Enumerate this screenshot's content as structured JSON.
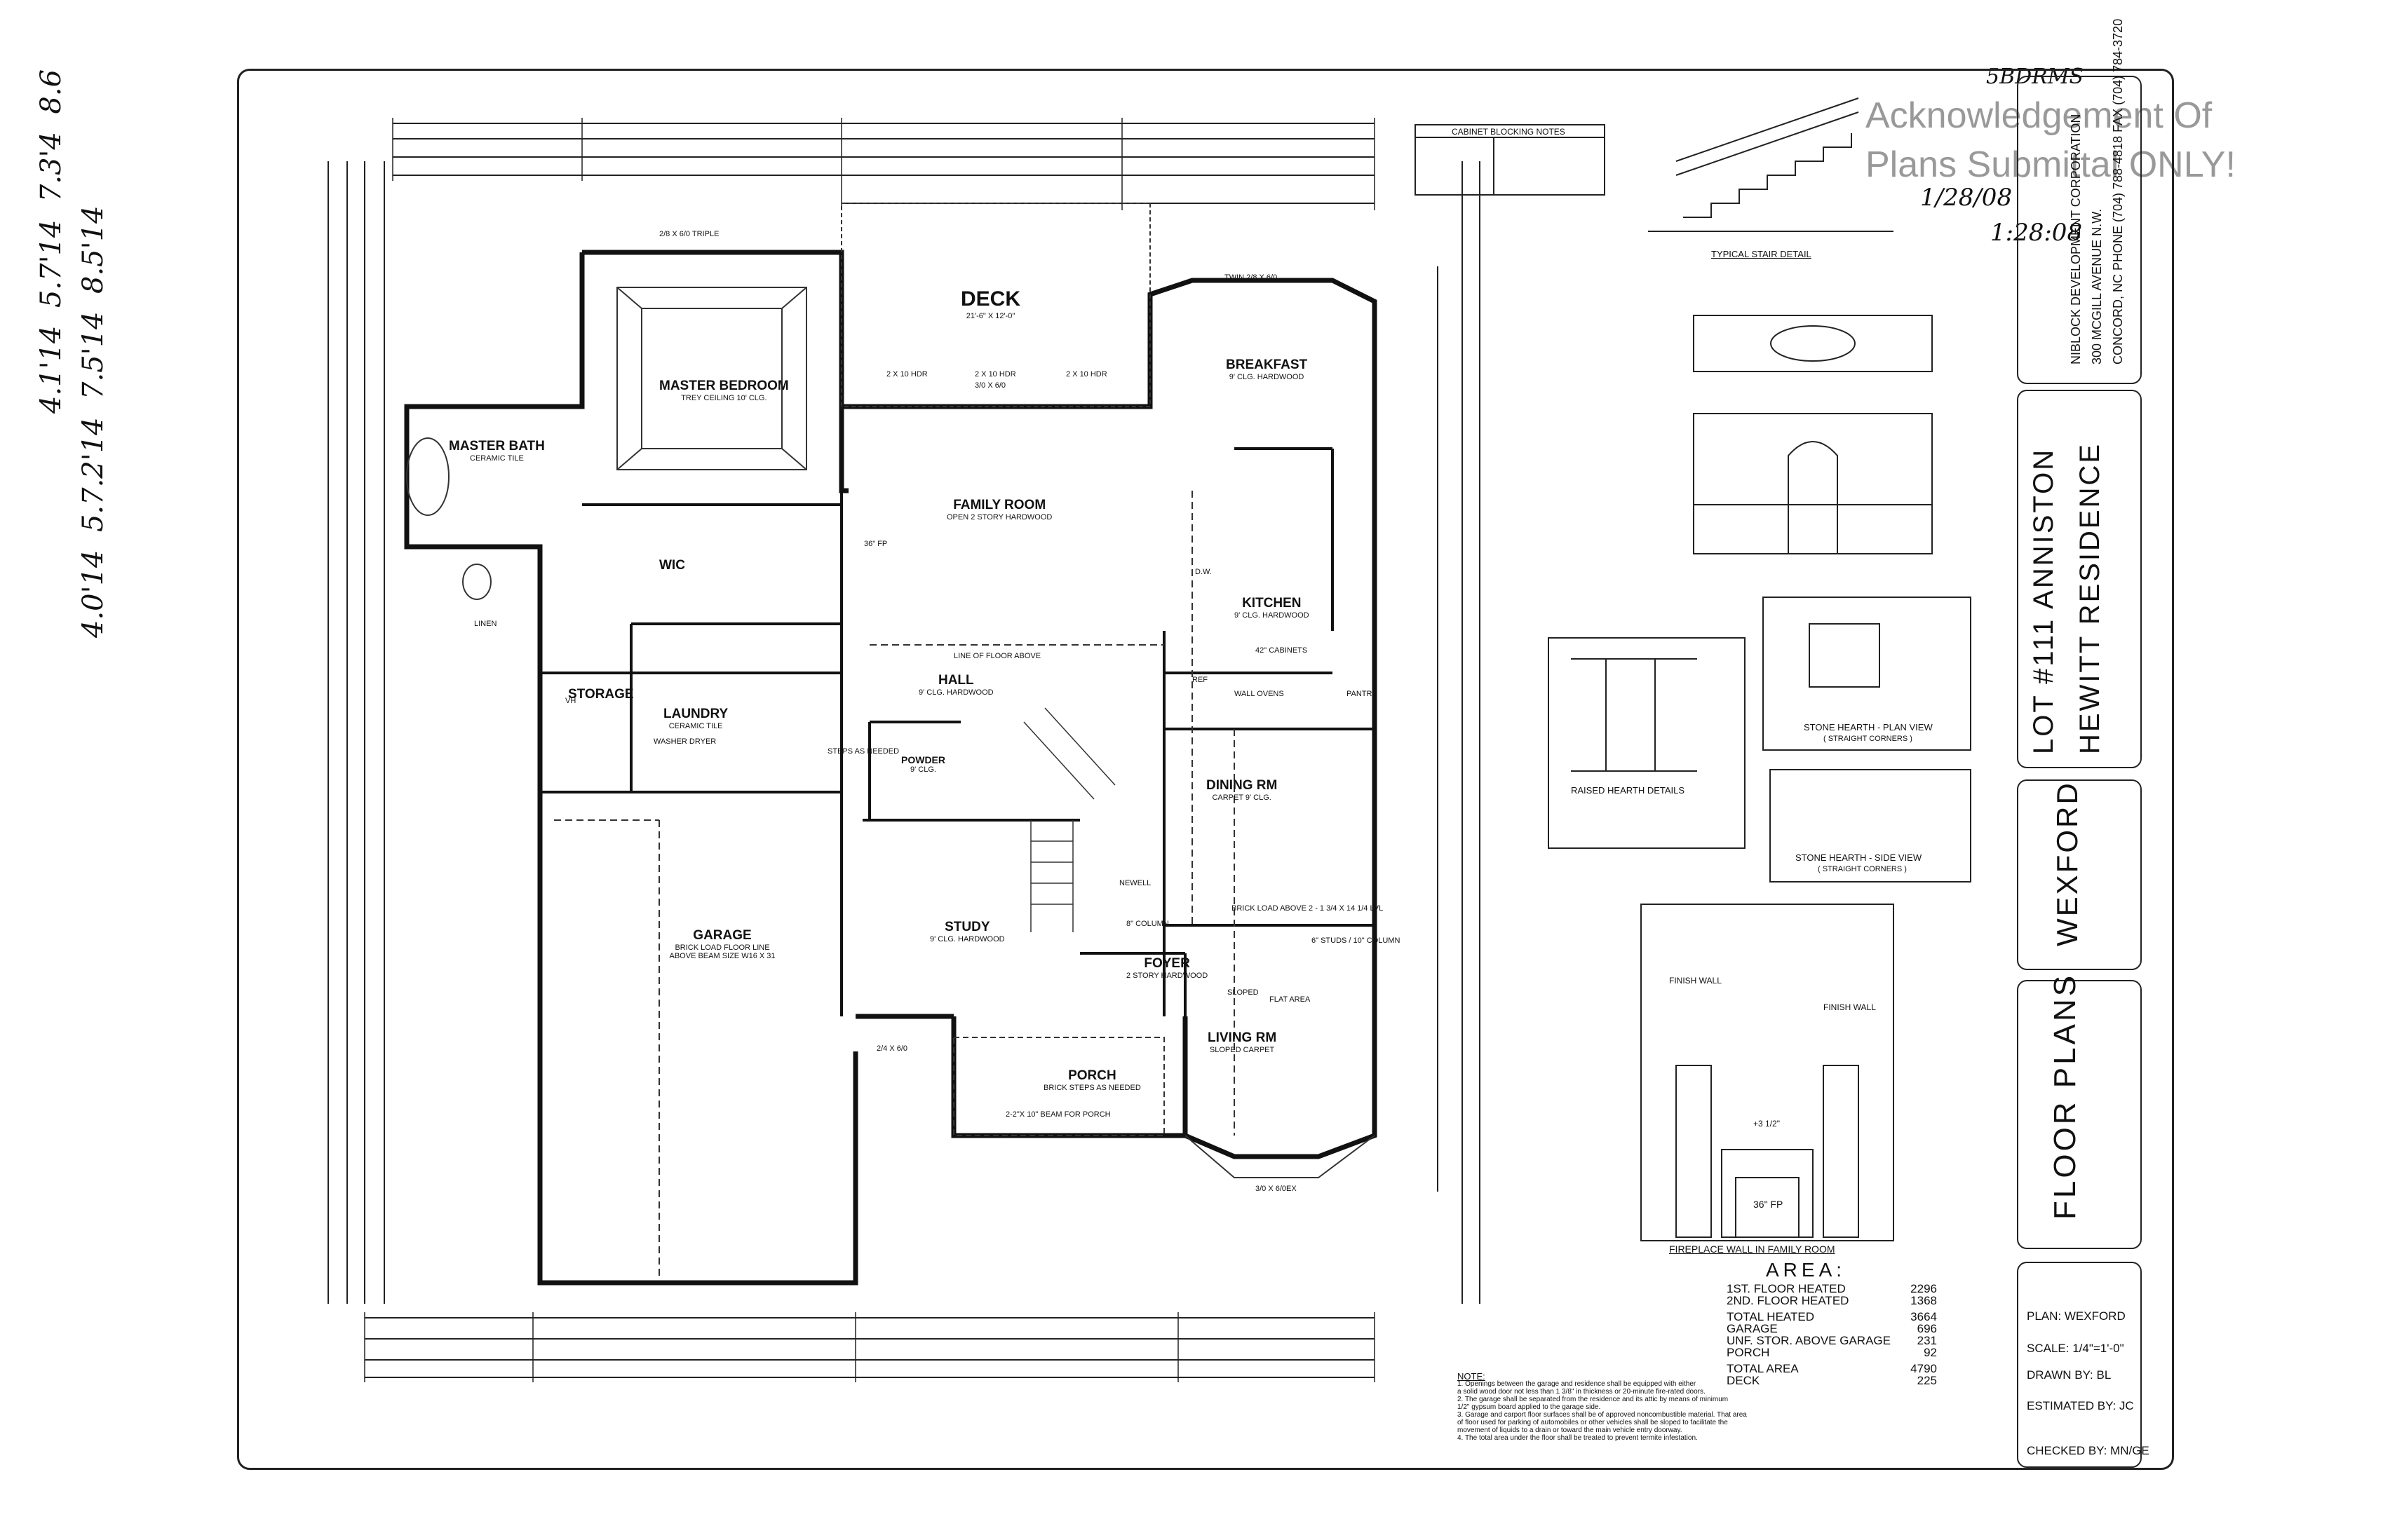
{
  "handwritten": {
    "top_right": "5BDRMS",
    "left_col1": [
      "4.1'14",
      "5.7'14",
      "7.3'4",
      "8.6"
    ],
    "left_col2": [
      "4.0'14",
      "5.7.2'14",
      "7.5'14",
      "8.5'14"
    ],
    "date1": "1/28/08",
    "date2": "1:28:08"
  },
  "stamp": {
    "line1": "Acknowledgement Of",
    "line2": "Plans Submittal ONLY!"
  },
  "company": {
    "name": "NIBLOCK DEVELOPMENT CORPORATION",
    "address": "300 MCGILL AVENUE N.W.",
    "city": "CONCORD, NC  PHONE (704) 788-4818  FAX (704) 784-3720"
  },
  "title_block": {
    "lot": "LOT #111 ANNISTON",
    "residence": "HEWITT RESIDENCE",
    "plan_name": "WEXFORD",
    "sheet": "FLOOR PLANS"
  },
  "info": {
    "plan": "PLAN: WEXFORD",
    "scale": "SCALE: 1/4\"=1'-0\"",
    "drawn": "DRAWN BY: BL",
    "estimated": "ESTIMATED BY: JC",
    "checked": "CHECKED BY: MN/GE"
  },
  "area": {
    "title": "AREA:",
    "rows": [
      {
        "label": "1ST. FLOOR HEATED",
        "value": "2296"
      },
      {
        "label": "2ND. FLOOR HEATED",
        "value": "1368"
      },
      {
        "label": "TOTAL HEATED",
        "value": "3664"
      },
      {
        "label": "GARAGE",
        "value": "696"
      },
      {
        "label": "UNF. STOR. ABOVE GARAGE",
        "value": "231"
      },
      {
        "label": "PORCH",
        "value": "92"
      },
      {
        "label": "TOTAL AREA",
        "value": "4790"
      },
      {
        "label": "DECK",
        "value": "225"
      }
    ]
  },
  "cabinet_notes": {
    "title": "CABINET BLOCKING NOTES"
  },
  "details": {
    "stair": "TYPICAL STAIR DETAIL",
    "raised_hearth": "RAISED HEARTH DETAILS",
    "stone_plan": "STONE HEARTH - PLAN VIEW",
    "stone_plan_sub": "( STRAIGHT CORNERS )",
    "stone_side": "STONE HEARTH - SIDE VIEW",
    "stone_side_sub": "( STRAIGHT CORNERS )",
    "fireplace_wall": "FIREPLACE WALL IN FAMILY ROOM",
    "finish_wall": "FINISH WALL",
    "fp36": "36\" FP",
    "plus_one": "+3 1/2\""
  },
  "rooms": {
    "deck": {
      "name": "DECK",
      "sub": "21'-6\" X 12'-0\""
    },
    "master_bedroom": {
      "name": "MASTER BEDROOM",
      "sub": "TREY CEILING 10' CLG."
    },
    "breakfast": {
      "name": "BREAKFAST",
      "sub": "9' CLG. HARDWOOD"
    },
    "master_bath": {
      "name": "MASTER BATH",
      "sub": "CERAMIC TILE"
    },
    "family_room": {
      "name": "FAMILY ROOM",
      "sub": "OPEN 2 STORY HARDWOOD"
    },
    "kitchen": {
      "name": "KITCHEN",
      "sub": "9' CLG. HARDWOOD"
    },
    "wic": {
      "name": "WIC",
      "sub": ""
    },
    "hall": {
      "name": "HALL",
      "sub": "9' CLG. HARDWOOD"
    },
    "laundry": {
      "name": "LAUNDRY",
      "sub": "CERAMIC TILE"
    },
    "storage": {
      "name": "STORAGE",
      "sub": ""
    },
    "powder": {
      "name": "POWDER",
      "sub": "9' CLG."
    },
    "dining": {
      "name": "DINING RM",
      "sub": "CARPET 9' CLG."
    },
    "garage": {
      "name": "GARAGE",
      "sub": "BRICK LOAD FLOOR LINE ABOVE BEAM SIZE W16 X 31"
    },
    "study": {
      "name": "STUDY",
      "sub": "9' CLG. HARDWOOD"
    },
    "foyer": {
      "name": "FOYER",
      "sub": "2 STORY HARDWOOD"
    },
    "living": {
      "name": "LIVING RM",
      "sub": "SLOPED CARPET"
    },
    "porch": {
      "name": "PORCH",
      "sub": "BRICK STEPS AS NEEDED"
    }
  },
  "labels": {
    "triple": "2/8 X 6/0 TRIPLE",
    "twin": "TWIN 2/8 X 6/0",
    "hdr1": "2 X 10 HDR",
    "hdr2": "2 X 10 HDR",
    "hdr3": "2 X 10 HDR",
    "window_2_4": "2/4 X 6/0",
    "window_3_0": "3/0 X 6/0",
    "line_floor": "LINE OF FLOOR ABOVE",
    "newell": "NEWELL",
    "column8": "8\" COLUMN",
    "ref": "REF",
    "wall_ovens": "WALL OVENS",
    "pantry": "PANTRY",
    "dw": "D.W.",
    "cabinets": "42\" CABINETS",
    "fp36": "36\" FP",
    "vh": "VH",
    "washer_dryer": "WASHER  DRYER",
    "linen": "LINEN",
    "steps": "STEPS AS NEEDED",
    "porch_beam": "2-2\"x 10\" BEAM FOR PORCH",
    "bay": "3/0 X 6/0EX",
    "sloped": "SLOPED",
    "flat": "FLAT AREA",
    "columns": "6\" STUDS / 10\" COLUMN",
    "brick_load": "BRICK LOAD ABOVE 2 - 1 3/4 X 14 1/4 LVL"
  },
  "note": {
    "title": "NOTE:",
    "lines": [
      "1.  Openings between the garage and residence shall be equipped with either",
      "    a solid wood door not less than 1 3/8\" in thickness or 20-minute fire-rated doors.",
      "2.  The garage shall be separated from the residence and its attic by means of minimum",
      "    1/2\" gypsum board applied to the garage side.",
      "3.  Garage and carport floor surfaces shall be of approved noncombustible material.  That area",
      "    of floor used for parking of automobiles or other vehicles shall be sloped to facilitate the",
      "    movement of liquids to a drain or toward the main vehicle entry doorway.",
      "4.  The total area under the floor shall be treated to prevent termite infestation."
    ]
  }
}
